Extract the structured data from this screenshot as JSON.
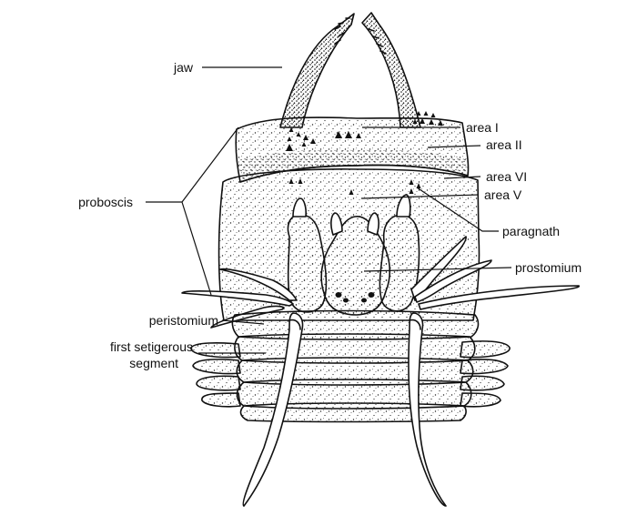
{
  "diagram": {
    "labels": {
      "jaw": "jaw",
      "proboscis": "proboscis",
      "area_1": "area I",
      "area_2": "area II",
      "area_6": "area VI",
      "area_5": "area V",
      "paragnath": "paragnath",
      "prostomium": "prostomium",
      "peristomium": "peristomium",
      "first_setigerous_line1": "first setigerous",
      "first_setigerous_line2": "segment"
    },
    "colors": {
      "ink": "#111111",
      "paper": "#ffffff"
    }
  }
}
